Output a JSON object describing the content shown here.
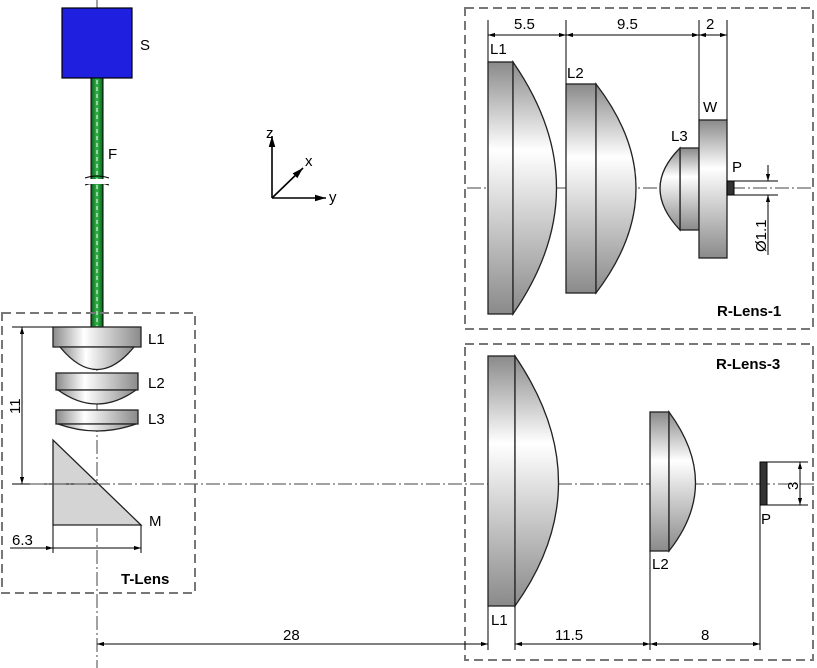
{
  "source": {
    "label": "S",
    "color": "#1f1fe0"
  },
  "fiber": {
    "label": "F",
    "color": "#1e8c2e"
  },
  "axes": {
    "z": "z",
    "x": "x",
    "y": "y"
  },
  "t_lens": {
    "title": "T-Lens",
    "l1": "L1",
    "l2": "L2",
    "l3": "L3",
    "mirror": "M",
    "dim_height": "11",
    "dim_width": "6.3"
  },
  "r_lens_1": {
    "title": "R-Lens-1",
    "l1": "L1",
    "l2": "L2",
    "l3": "L3",
    "window": "W",
    "p": "P",
    "dim_a": "5.5",
    "dim_b": "9.5",
    "dim_c": "2",
    "dim_diameter": "Ø1.1"
  },
  "r_lens_3": {
    "title": "R-Lens-3",
    "l1": "L1",
    "l2": "L2",
    "p": "P",
    "dim_a": "11.5",
    "dim_b": "8",
    "dim_p": "3"
  },
  "bottom_dim": "28"
}
